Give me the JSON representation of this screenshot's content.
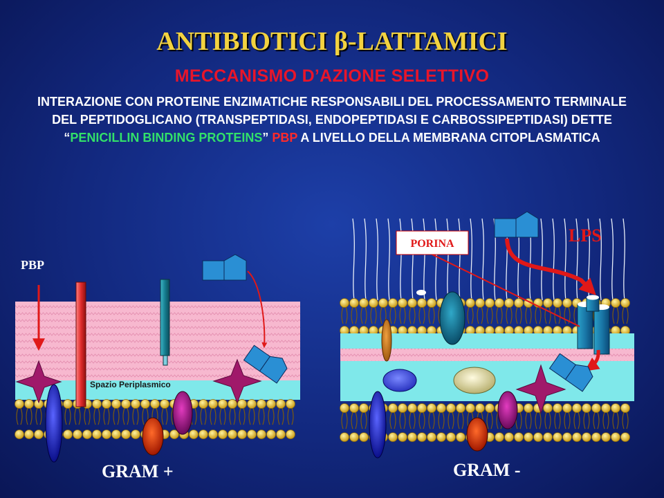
{
  "title": {
    "main": "ANTIBIOTICI ",
    "beta": "β",
    "rest": "-LATTAMICI"
  },
  "subtitle": "MECCANISMO D’AZIONE SELETTIVO",
  "description": {
    "part1": "INTERAZIONE CON PROTEINE ENZIMATICHE RESPONSABILI DEL PROCESSAMENTO TERMINALE DEL PEPTIDOGLICANO (TRANSPEPTIDASI, ENDOPEPTIDASI E CARBOSSIPEPTIDASI) DETTE “",
    "green": "PENICILLIN BINDING PROTEINS",
    "part2": "” ",
    "red": "PBP",
    "part3": " A LIVELLO DELLA MEMBRANA CITOPLASMATICA"
  },
  "labels": {
    "pbp": "PBP",
    "periplasm": "Spazio Periplasmico",
    "porina": "PORINA",
    "lps": "LPS",
    "gram_pos": "GRAM +",
    "gram_neg": "GRAM -"
  },
  "colors": {
    "title": "#f2d240",
    "subtitle": "#e8152a",
    "green_text": "#32e06a",
    "red_text": "#ff2a2a",
    "peptidoglycan": "#f7b8cf",
    "periplasm": "#7fe8ea",
    "lipid_head": "#e8c23a",
    "antibiotic": "#2a8fd4",
    "arrow": "#e01818"
  }
}
